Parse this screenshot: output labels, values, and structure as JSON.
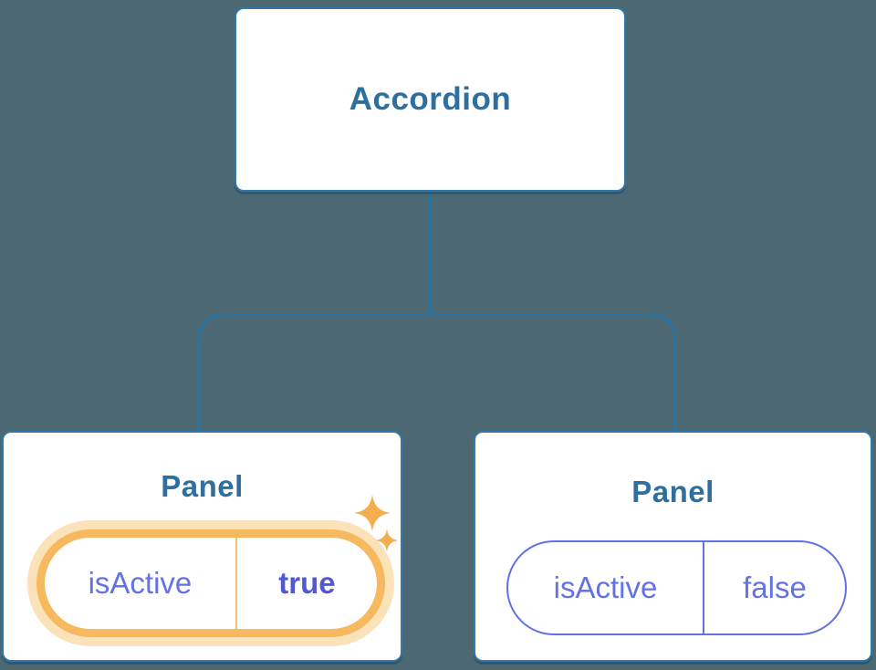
{
  "diagram": {
    "root": {
      "label": "Accordion"
    },
    "panels": [
      {
        "label": "Panel",
        "prop": {
          "name": "isActive",
          "value": "true"
        },
        "highlighted": true
      },
      {
        "label": "Panel",
        "prop": {
          "name": "isActive",
          "value": "false"
        },
        "highlighted": false
      }
    ],
    "colors": {
      "background": "#4C6872",
      "node_border_blue": "#3279A9",
      "node_text_blue": "#2E6F9E",
      "connector_blue": "#2B72A4",
      "state_purple": "#6372E4",
      "state_purple_bold": "#5058D6",
      "highlight_orange": "#F6B95F",
      "highlight_halo": "#FBE2B9",
      "sparkle_orange": "#F3AE4F"
    }
  }
}
